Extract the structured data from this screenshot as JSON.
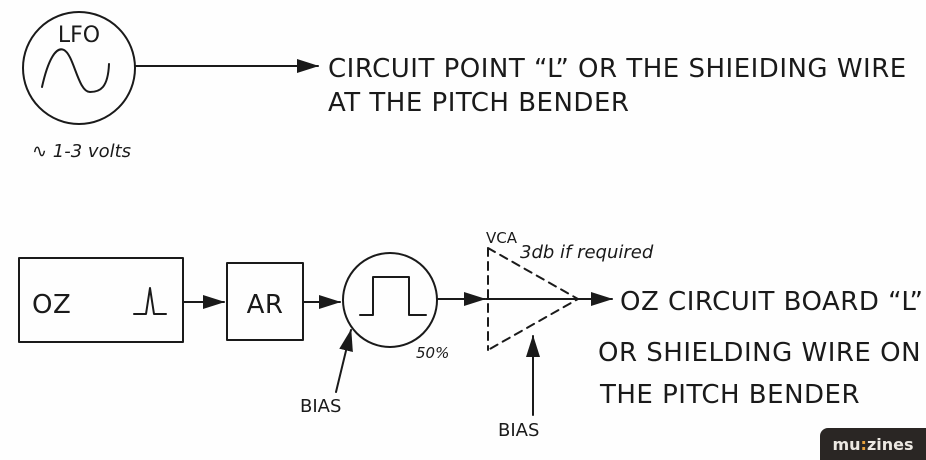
{
  "top_diagram": {
    "lfo_label": "LFO",
    "lfo_waveform": "sine-wave-icon",
    "amplitude_note": "∿ 1-3 volts",
    "destination_line1": "CIRCUIT POINT “L” OR THE SHIEIDING WIRE",
    "destination_line2": "AT THE PITCH BENDER"
  },
  "bottom_diagram": {
    "oz_label": "OZ",
    "oz_waveform": "pulse-spike-icon",
    "ar_label": "AR",
    "comparator_waveform": "square-pulse-icon",
    "duty_label": "50%",
    "bias_label_1": "BIAS",
    "vca_label": "VCA",
    "vca_note": "3db if required",
    "bias_label_2": "BIAS",
    "destination_line1": "OZ CIRCUIT BOARD “L”",
    "destination_line2": "OR SHIELDING WIRE ON",
    "destination_line3": "THE PITCH BENDER"
  },
  "watermark": {
    "prefix": "mu",
    "colon": ":",
    "suffix": "zines"
  }
}
